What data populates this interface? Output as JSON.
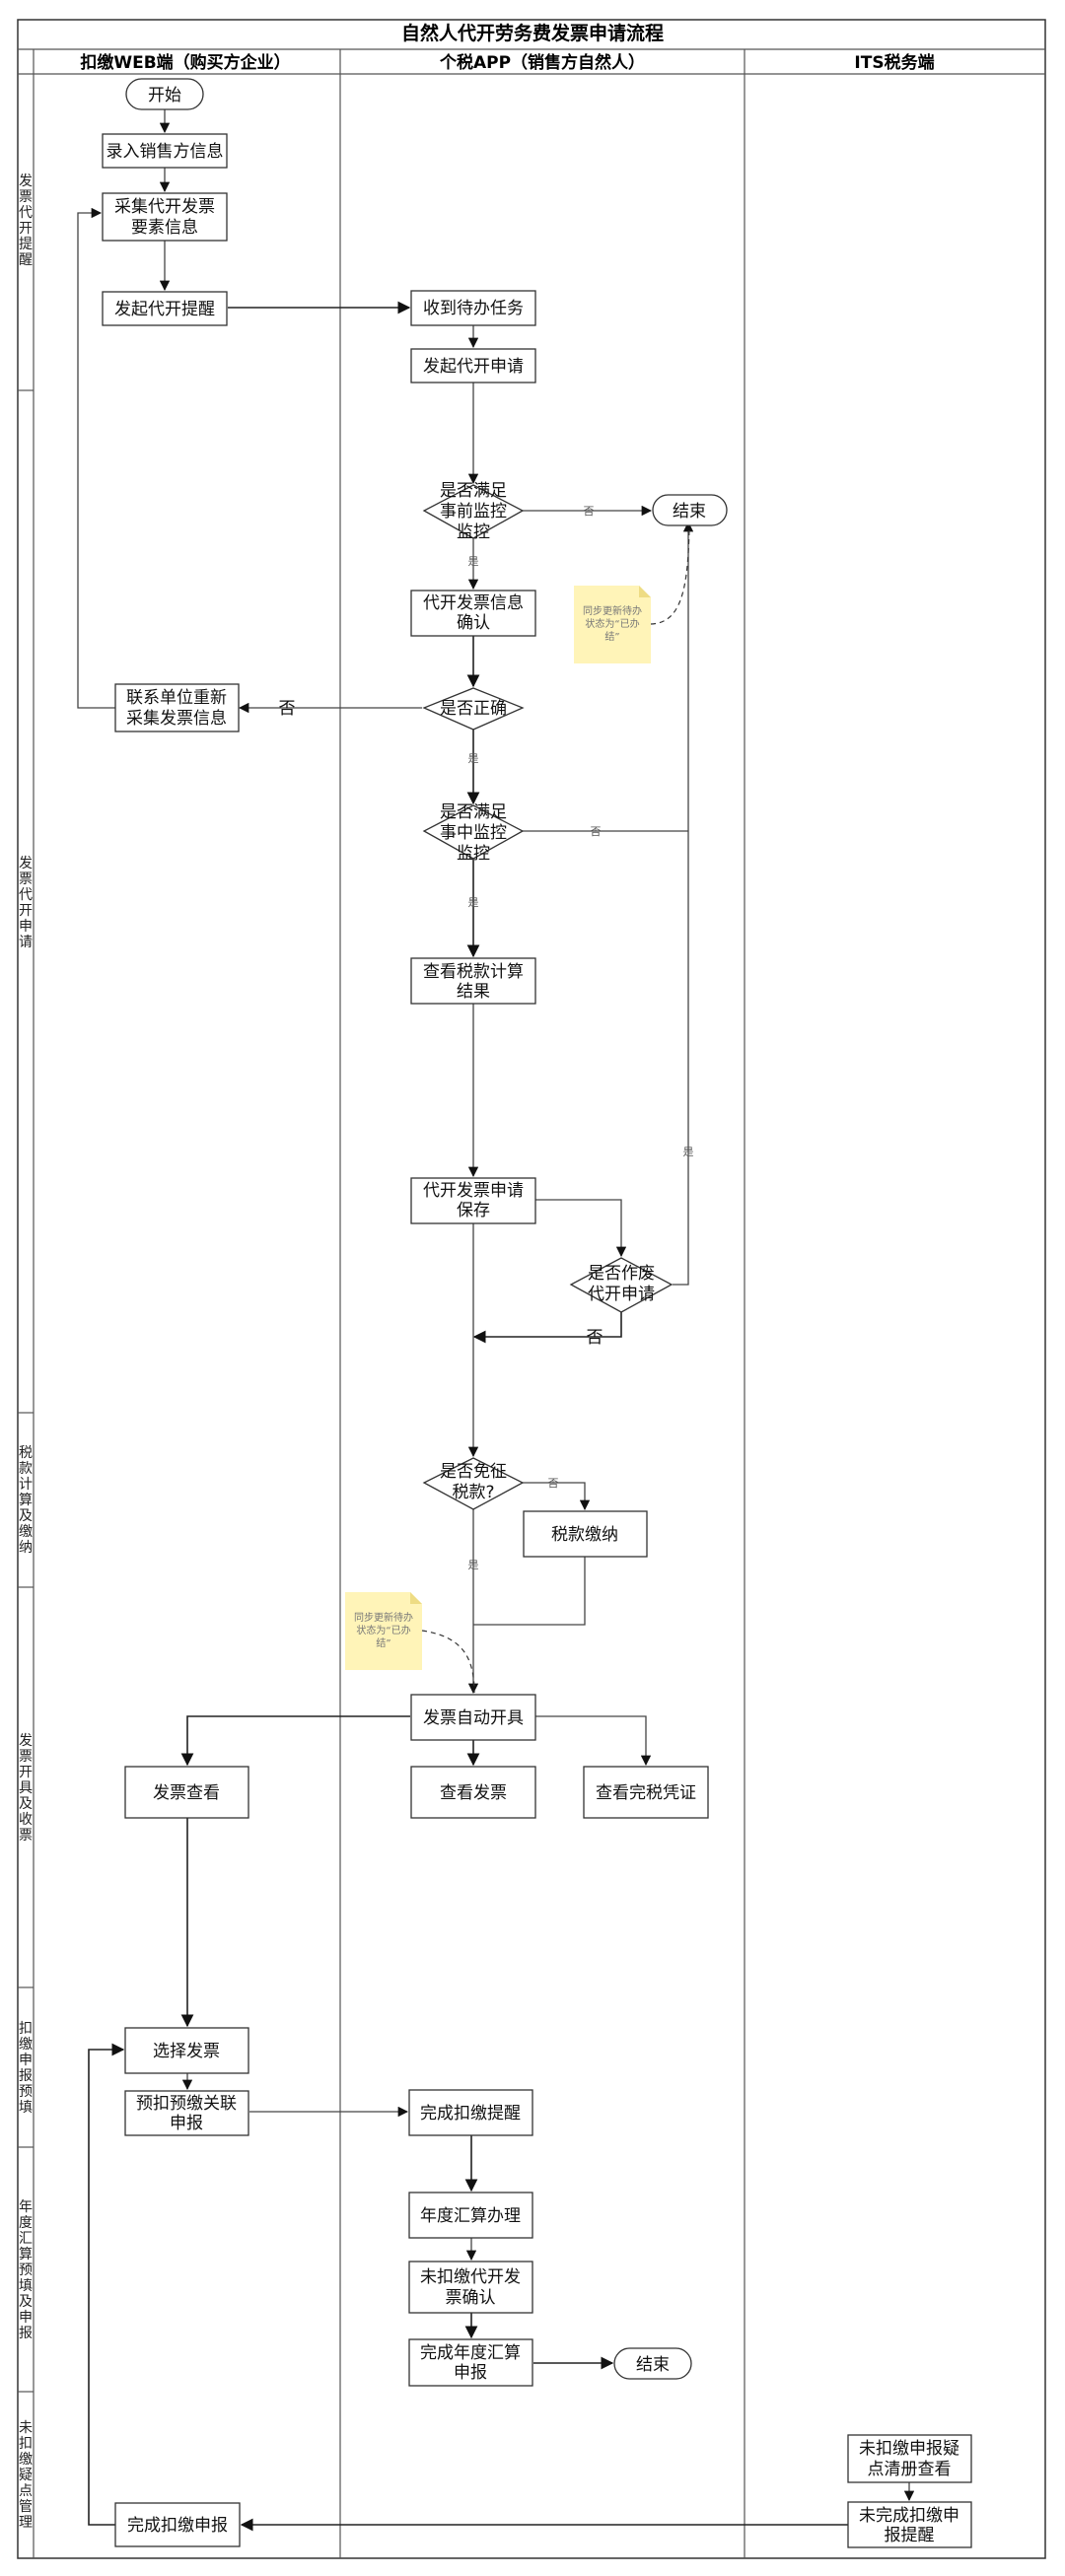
{
  "title": "自然人代开劳务费发票申请流程",
  "lanes": [
    "扣缴WEB端（购买方企业）",
    "个税APP（销售方自然人）",
    "ITS税务端"
  ],
  "phases": [
    "发票代开提醒",
    "发票代开申请",
    "税款计算及缴纳",
    "发票开具及收票",
    "扣缴申报预填",
    "年度汇算预填及申报",
    "未扣缴疑点管理"
  ],
  "nodes": {
    "start": "开始",
    "enter_seller": "录入销售方信息",
    "collect_info": [
      "采集代开发票",
      "要素信息"
    ],
    "initiate_remind": "发起代开提醒",
    "receive_task": "收到待办任务",
    "initiate_apply": "发起代开申请",
    "pre_monitor": [
      "是否满足",
      "事前监控",
      "监控"
    ],
    "end_1": "结束",
    "confirm_info": [
      "代开发票信息",
      "确认"
    ],
    "recollect": [
      "联系单位重新",
      "采集发票信息"
    ],
    "is_correct": "是否正确",
    "mid_monitor": [
      "是否满足",
      "事中监控",
      "监控"
    ],
    "view_tax_calc": [
      "查看税款计算",
      "结果"
    ],
    "save_apply": [
      "代开发票申请",
      "保存"
    ],
    "is_void": [
      "是否作废",
      "代开申请"
    ],
    "is_exempt": [
      "是否免征",
      "税款?"
    ],
    "pay_tax": "税款缴纳",
    "auto_issue": "发票自动开具",
    "web_view_invoice": "发票查看",
    "app_view_invoice": "查看发票",
    "view_tax_cert": "查看完税凭证",
    "select_invoice": "选择发票",
    "prefill_decl": [
      "预扣预缴关联",
      "申报"
    ],
    "done_withhold_remind": "完成扣缴提醒",
    "annual_settlement": "年度汇算办理",
    "unwithheld_confirm": [
      "未扣缴代开发",
      "票确认"
    ],
    "done_annual": [
      "完成年度汇算",
      "申报"
    ],
    "end_2": "结束",
    "doubt_list": [
      "未扣缴申报疑",
      "点清册查看"
    ],
    "unfinished_remind": [
      "未完成扣缴申",
      "报提醒"
    ],
    "done_withhold_decl": "完成扣缴申报"
  },
  "edge_labels": {
    "no": "否",
    "yes": "是"
  },
  "notes": {
    "sync_status": [
      "同步更新待办",
      "状态为“已办",
      "结”"
    ]
  },
  "colors": {
    "note_fill": "#fff4b8",
    "note_fold": "#eedc84"
  }
}
